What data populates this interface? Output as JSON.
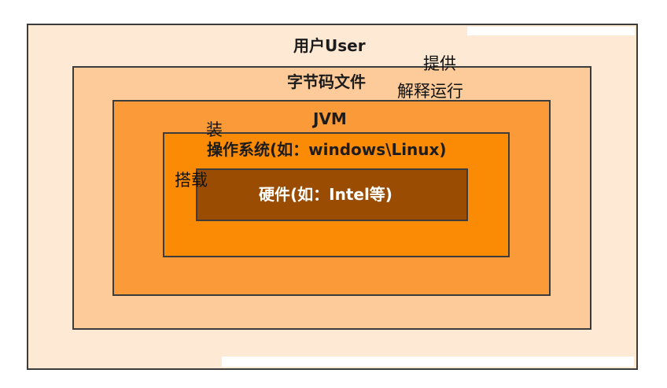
{
  "layers": {
    "user": {
      "label": "用户User",
      "fill": "#fde9d4"
    },
    "bytecode": {
      "label": "字节码文件",
      "fill": "#fccb99"
    },
    "jvm": {
      "label": "JVM",
      "fill": "#fb9a38"
    },
    "os": {
      "label": "操作系统(如：windows\\Linux)",
      "fill": "#fb8a05"
    },
    "hardware": {
      "label": "硬件(如：Intel等)",
      "fill": "#9a4d02"
    }
  },
  "annotations": {
    "provide_line1": "提供",
    "provide_line2": "解释运行",
    "mount_line1": "装",
    "mount_line2": "搭载"
  },
  "colors": {
    "border": "#3c3c3c",
    "text": "#1c1c1c",
    "hardware_text": "#ffffff"
  }
}
